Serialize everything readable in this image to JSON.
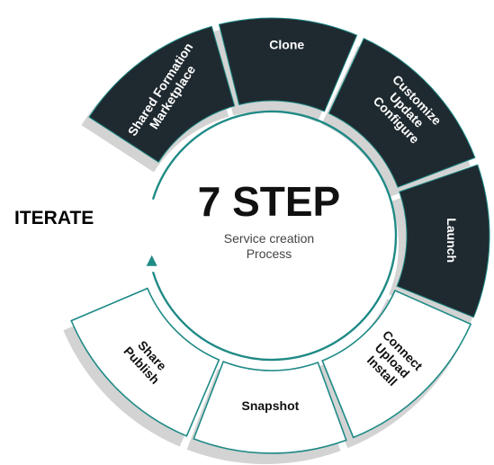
{
  "side_label": "ITERATE",
  "center": {
    "title": "7 STEP",
    "subtitle_line1": "Service creation",
    "subtitle_line2": "Process"
  },
  "steps": [
    {
      "id": "shared",
      "lines": [
        "Shared Formation",
        "Marketplace"
      ],
      "style": "dark"
    },
    {
      "id": "clone",
      "lines": [
        "Clone"
      ],
      "style": "dark"
    },
    {
      "id": "customize",
      "lines": [
        "Customize",
        "Update",
        "Configure"
      ],
      "style": "dark"
    },
    {
      "id": "launch",
      "lines": [
        "Launch"
      ],
      "style": "dark"
    },
    {
      "id": "connect",
      "lines": [
        "Connect",
        "Upload",
        "Install"
      ],
      "style": "light"
    },
    {
      "id": "snapshot",
      "lines": [
        "Snapshot"
      ],
      "style": "light"
    },
    {
      "id": "share",
      "lines": [
        "Share",
        "Publish"
      ],
      "style": "light"
    }
  ],
  "colors": {
    "dark_fill": "#1f2a30",
    "shadow": "#d3d3d3",
    "teal": "#1f8a86",
    "light_fill": "#ffffff",
    "dark_text": "#ffffff",
    "light_text": "#111111",
    "center_title": "#111111",
    "center_sub": "#444444"
  }
}
